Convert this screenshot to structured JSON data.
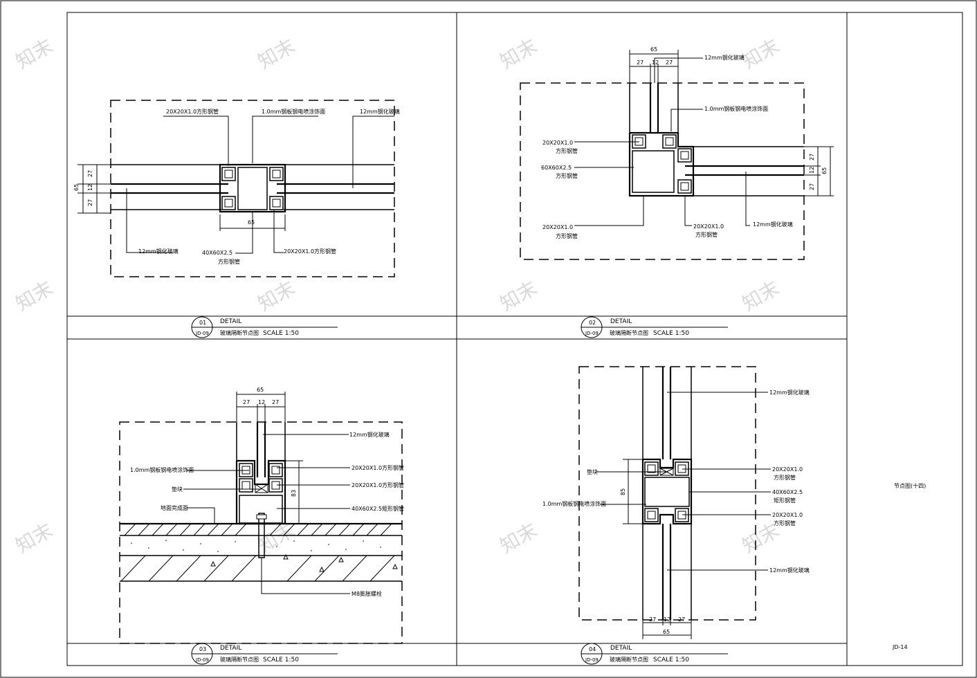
{
  "sheet": {
    "number": "JD-14",
    "side_title": "节点图(十四)"
  },
  "watermark": "知末",
  "details": [
    {
      "num": "01",
      "ref": "JD-09",
      "title": "DETAIL",
      "subtitle": "玻璃隔断节点图",
      "scale": "SCALE 1:50",
      "labels": {
        "tube_top_left": "20X20X1.0方形钢管",
        "coating_top": "1.0mm钢板钢电喷涂饰面",
        "glass_right": "12mm钢化玻璃",
        "glass_bottom": "12mm钢化玻璃",
        "main_tube_a": "40X60X2.5",
        "main_tube_b": "方形钢管",
        "tube_bottom_right": "20X20X1.0方形钢管"
      },
      "dims": {
        "total": "65",
        "a": "27",
        "b": "12",
        "c": "27",
        "width": "65"
      }
    },
    {
      "num": "02",
      "ref": "JD-09",
      "title": "DETAIL",
      "subtitle": "玻璃隔断节点图",
      "scale": "SCALE 1:50",
      "labels": {
        "glass_top": "12mm钢化玻璃",
        "coating": "1.0mm钢板钢电喷涂饰面",
        "tube_left_a": "20X20X1.0",
        "tube_left_b": "方形钢管",
        "main_a": "60X60X2.5",
        "main_b": "方形钢管",
        "tube_bl_a": "20X20X1.0",
        "tube_bl_b": "方形钢管",
        "tube_br_a": "20X20X1.0",
        "tube_br_b": "方形钢管",
        "glass_right": "12mm钢化玻璃"
      },
      "dims": {
        "total": "65",
        "a": "27",
        "b": "12",
        "c": "27"
      }
    },
    {
      "num": "03",
      "ref": "JD-09",
      "title": "DETAIL",
      "subtitle": "玻璃隔断节点图",
      "scale": "SCALE 1:50",
      "labels": {
        "glass": "12mm钢化玻璃",
        "coating": "1.0mm钢板钢电喷涂饰面",
        "pad": "垫块",
        "floor": "地面完成面",
        "tube_r1": "20X20X1.0方形钢管",
        "tube_r2": "20X20X1.0方形钢管",
        "main": "40X60X2.5矩形钢管",
        "bolt": "M8膨胀螺栓"
      },
      "dims": {
        "total": "65",
        "a": "27",
        "b": "12",
        "c": "27",
        "height": "83"
      }
    },
    {
      "num": "04",
      "ref": "JD-09",
      "title": "DETAIL",
      "subtitle": "玻璃隔断节点图",
      "scale": "SCALE 1:50",
      "labels": {
        "glass_top": "12mm钢化玻璃",
        "pad": "垫块",
        "coating": "1.0mm钢板钢电喷涂饰面",
        "tube_r1_a": "20X20X1.0",
        "tube_r1_b": "方形钢管",
        "main_a": "40X60X2.5",
        "main_b": "矩形钢管",
        "tube_r2_a": "20X20X1.0",
        "tube_r2_b": "方形钢管",
        "glass_bottom": "12mm钢化玻璃"
      },
      "dims": {
        "total": "65",
        "a": "27",
        "b": "12",
        "c": "27",
        "height": "85"
      }
    }
  ]
}
